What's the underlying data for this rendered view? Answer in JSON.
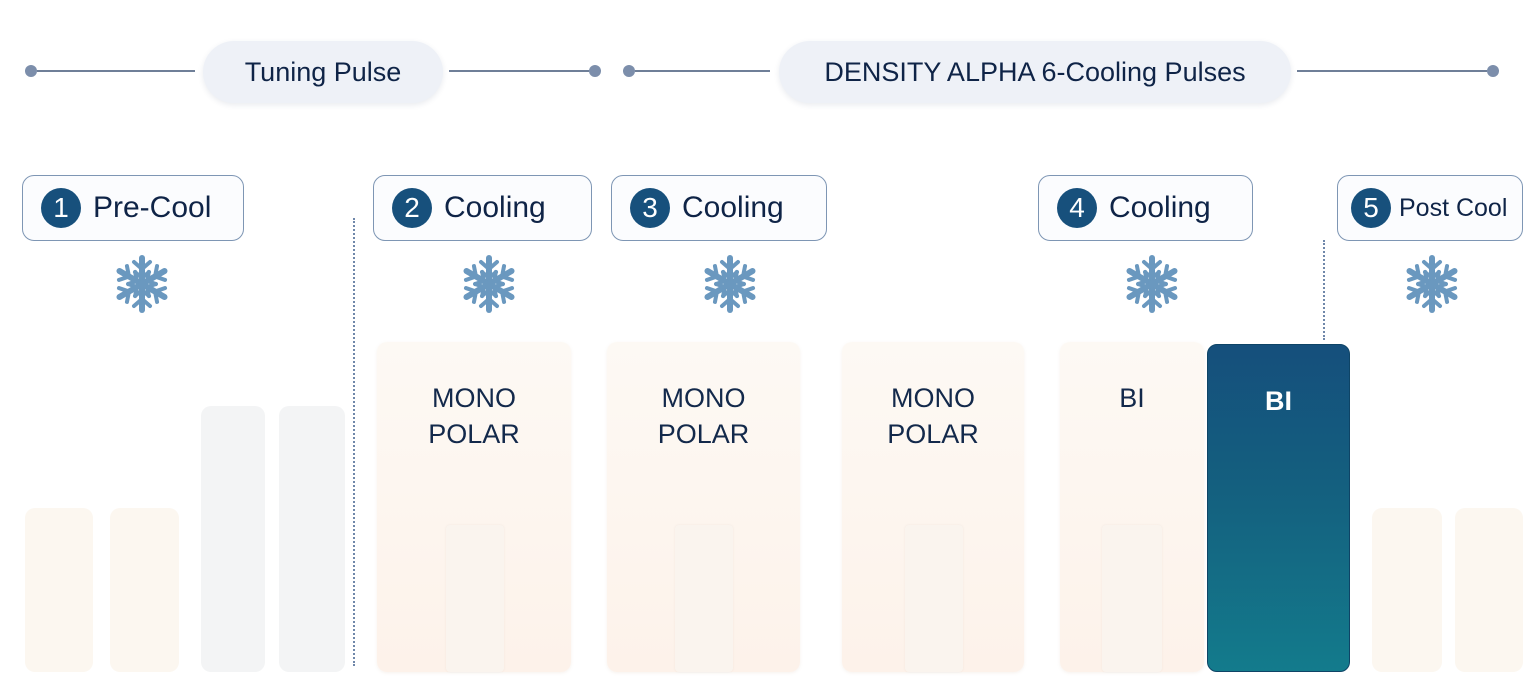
{
  "header": {
    "tuning_label": "Tuning Pulse",
    "density_label": "DENSITY ALPHA 6-Cooling Pulses"
  },
  "steps": [
    {
      "number": "1",
      "label": "Pre-Cool"
    },
    {
      "number": "2",
      "label": "Cooling"
    },
    {
      "number": "3",
      "label": "Cooling"
    },
    {
      "number": "4",
      "label": "Cooling"
    },
    {
      "number": "5",
      "label": "Post Cool"
    }
  ],
  "pulses": [
    {
      "line1": "MONO",
      "line2": "POLAR"
    },
    {
      "line1": "MONO",
      "line2": "POLAR"
    },
    {
      "line1": "MONO",
      "line2": "POLAR"
    },
    {
      "line1": "BI",
      "line2": ""
    },
    {
      "line1": "BI",
      "line2": ""
    }
  ],
  "icons": {
    "cooling": "snowflake-icon"
  },
  "colors": {
    "accent": "#17507c",
    "highlight_top": "#154f7c",
    "highlight_bottom": "#137b8c",
    "warm_bar": "#fdf3eb",
    "grey_bar": "#f3f4f5"
  }
}
